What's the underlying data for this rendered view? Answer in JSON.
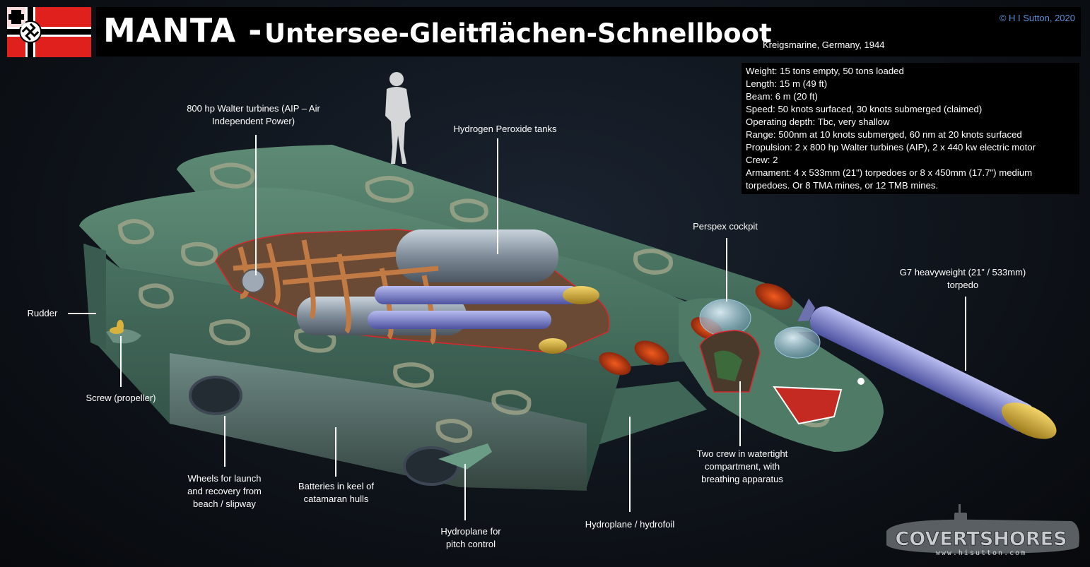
{
  "title": {
    "main": "MANTA -",
    "sub": "Untersee-Gleitflächen-Schnellboot",
    "meta": "Kreigsmarine, Germany, 1944",
    "copyright": "© H I Sutton, 2020"
  },
  "specs": [
    "Weight: 15 tons empty, 50 tons loaded",
    "Length: 15 m (49 ft)",
    "Beam: 6 m (20 ft)",
    "Speed: 50 knots surfaced, 30 knots submerged (claimed)",
    "Operating depth: Tbc, very shallow",
    "Range: 500nm at 10 knots submerged, 60 nm at 20 knots surfaced",
    "Propulsion: 2 x 800 hp Walter turbines (AIP), 2 x 440 kw electric motor",
    "Crew: 2",
    "Armament: 4 x 533mm (21\") torpedoes or 8 x 450mm (17.7\") medium torpedoes. Or 8 TMA mines, or 12 TMB mines."
  ],
  "labels": {
    "turbines": "800 hp Walter turbines (AIP – Air Independent Power)",
    "hp_tanks": "Hydrogen Peroxide tanks",
    "cockpit": "Perspex cockpit",
    "torpedo": "G7 heavyweight (21” / 533mm)  torpedo",
    "rudder": "Rudder",
    "screw": "Screw (propeller)",
    "wheels": "Wheels for launch and recovery from beach / slipway",
    "batteries": "Batteries in keel of catamaran hulls",
    "hydroplane_pitch": "Hydroplane for pitch control",
    "hydrofoil": "Hydroplane /  hydrofoil",
    "crew": "Two crew in watertight compartment, with breathing apparatus"
  },
  "logo": {
    "text": "COVERTSHORES",
    "url": "www.hisutton.com"
  },
  "colors": {
    "flag_red": "#e0201c",
    "hull_green": "#4f7a66",
    "camo": "#a6a98c",
    "copper": "#c27a45",
    "steel": "#8f9cab",
    "torpedo_blue": "#8a8fd8",
    "warhead_gold": "#d9b23c"
  }
}
